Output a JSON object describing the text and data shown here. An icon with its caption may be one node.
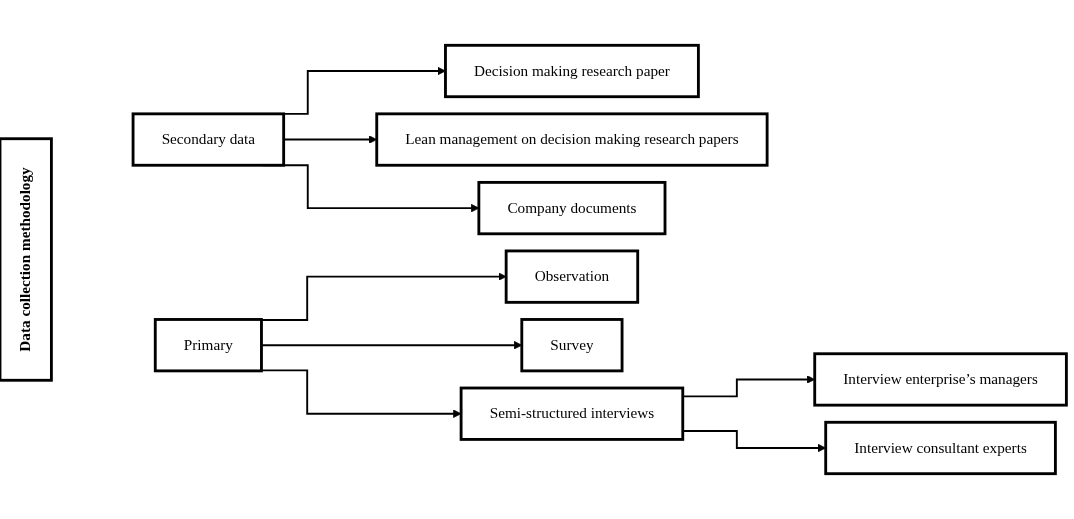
{
  "diagram": {
    "nodes": [
      {
        "text": [
          "Data collection methodology"
        ]
      },
      {
        "text": [
          "Secondary data"
        ]
      },
      {
        "text": [
          "Decision making research paper"
        ]
      },
      {
        "text": [
          "Lean management on decision making research papers"
        ]
      },
      {
        "text": [
          "Company documents"
        ]
      },
      {
        "text": [
          "Primary"
        ]
      },
      {
        "text": [
          "Observation"
        ]
      },
      {
        "text": [
          "Survey"
        ]
      },
      {
        "text": [
          "Semi-structured interviews"
        ]
      },
      {
        "text": [
          "Interview enterprise’s managers"
        ]
      },
      {
        "text": [
          "Interview consultant experts"
        ]
      }
    ],
    "edges": [
      {
        "from": 1,
        "to": 2,
        "arrow": "to"
      },
      {
        "from": 1,
        "to": 3,
        "arrow": "to"
      },
      {
        "from": 1,
        "to": 4,
        "arrow": "to"
      },
      {
        "from": 5,
        "to": 6,
        "arrow": "to"
      },
      {
        "from": 5,
        "to": 7,
        "arrow": "to"
      },
      {
        "from": 5,
        "to": 8,
        "arrow": "to"
      },
      {
        "from": 8,
        "to": 9,
        "arrow": "to"
      },
      {
        "from": 8,
        "to": 10,
        "arrow": "to"
      }
    ]
  }
}
